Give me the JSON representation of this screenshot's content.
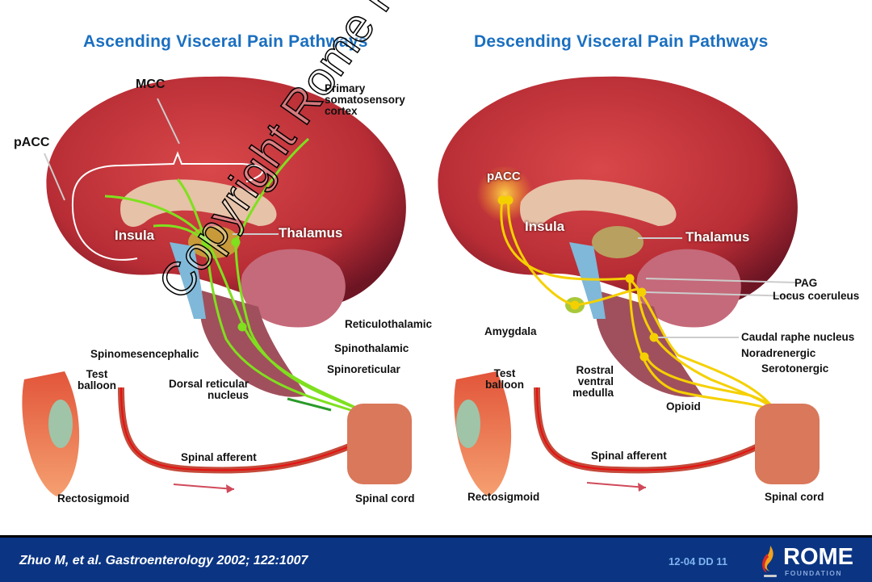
{
  "titles": {
    "left": "Ascending Visceral Pain Pathways",
    "right": "Descending Visceral Pain Pathways"
  },
  "left_panel": {
    "labels": {
      "mcc": "MCC",
      "pacc": "pACC",
      "primary_cortex": [
        "Primary",
        "somatosensory",
        "cortex"
      ],
      "insula": "Insula",
      "thalamus": "Thalamus",
      "reticulothalamic": "Reticulothalamic",
      "spinothalamic": "Spinothalamic",
      "spinoreticular": "Spinoreticular",
      "spinomesencephalic": "Spinomesencephalic",
      "dorsal_reticular": [
        "Dorsal reticular",
        "nucleus"
      ],
      "test_balloon": [
        "Test",
        "balloon"
      ],
      "spinal_afferent": "Spinal afferent",
      "rectosigmoid": "Rectosigmoid",
      "spinal_cord": "Spinal cord"
    },
    "pathway_color": "#7fe01e"
  },
  "right_panel": {
    "labels": {
      "pacc": "pACC",
      "insula": "Insula",
      "thalamus": "Thalamus",
      "pag": "PAG",
      "locus": "Locus coeruleus",
      "amygdala": "Amygdala",
      "caudal_raphe": "Caudal raphe nucleus",
      "noradrenergic": "Noradrenergic",
      "serotonergic": "Serotonergic",
      "rostral": [
        "Rostral",
        "ventral",
        "medulla"
      ],
      "opioid": "Opioid",
      "test_balloon": [
        "Test",
        "balloon"
      ],
      "spinal_afferent": "Spinal afferent",
      "rectosigmoid": "Rectosigmoid",
      "spinal_cord": "Spinal cord"
    },
    "pathway_color": "#f5d000"
  },
  "watermark": "Copyright Rome Foundation",
  "footer": {
    "citation": "Zhuo M, et al. Gastroenterology 2002; 122:1007",
    "slide_code": "12-04  DD 11",
    "logo_main": "ROME",
    "logo_sub": "FOUNDATION"
  },
  "colors": {
    "title": "#1a6fc0",
    "footer_bg": "#0b3583",
    "brain": "#c23a3e"
  }
}
